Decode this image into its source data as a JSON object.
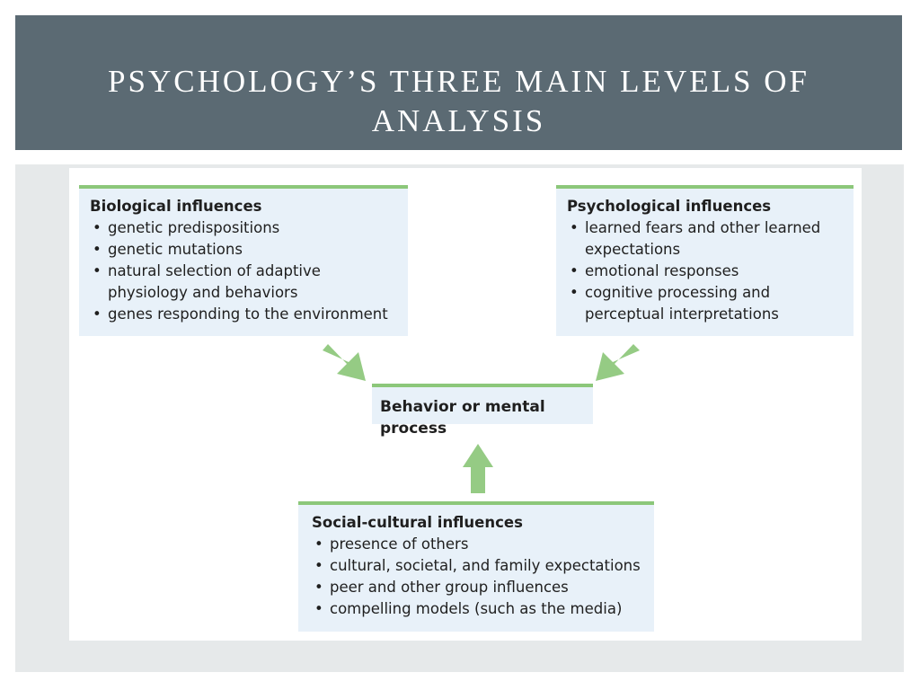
{
  "slide": {
    "title_line1": "PSYCHOLOGY’S THREE MAIN LEVELS OF",
    "title_line2": "ANALYSIS"
  },
  "diagram": {
    "biological": {
      "title": "Biological influences",
      "items": [
        "genetic predispositions",
        "genetic mutations",
        "natural selection of adaptive",
        "physiology and behaviors",
        "genes responding to the environment"
      ]
    },
    "psychological": {
      "title": "Psychological influences",
      "items": [
        "learned fears and other learned",
        "expectations",
        "emotional responses",
        "cognitive processing and",
        "perceptual interpretations"
      ]
    },
    "center": {
      "label": "Behavior or mental process"
    },
    "social": {
      "title": "Social-cultural influences",
      "items": [
        "presence of others",
        "cultural, societal, and family expectations",
        "peer and other group influences",
        "compelling models (such as the media)"
      ]
    }
  },
  "colors": {
    "title_bar": "#5b6a73",
    "box_fill": "#e8f1f9",
    "accent_green": "#8cc77a",
    "arrow_green": "#95cb84"
  }
}
